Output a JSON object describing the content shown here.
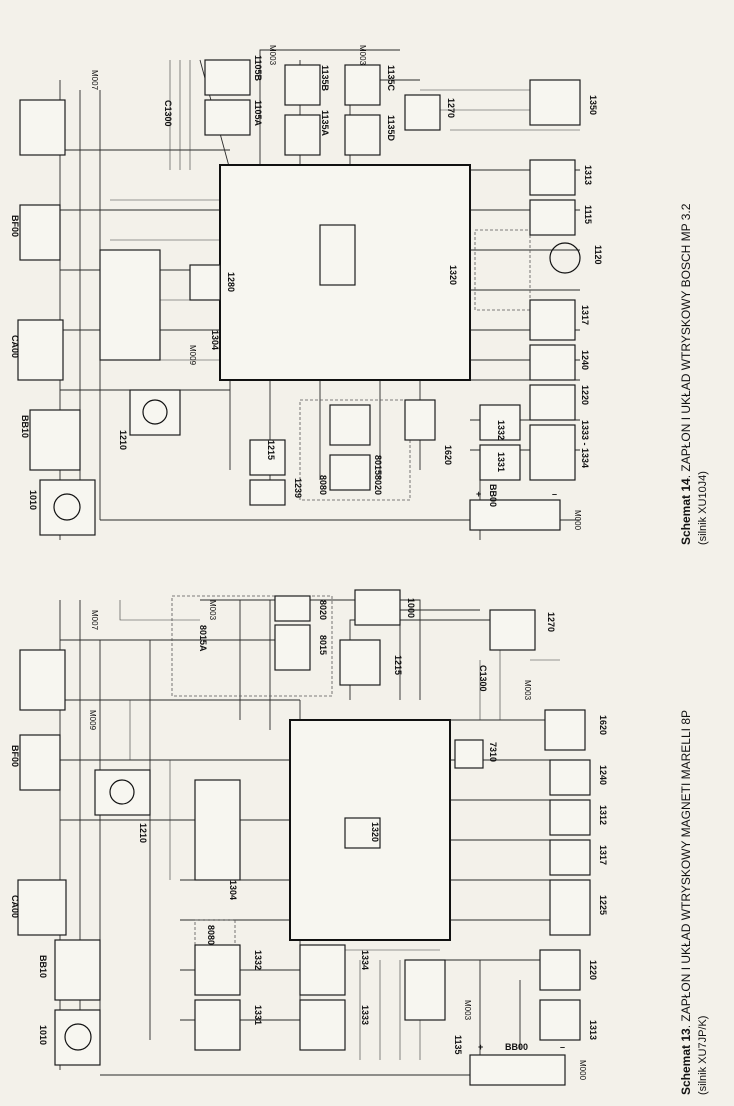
{
  "left_diagram": {
    "caption_bold": "Schemat 13",
    "caption_text": ". ZAPŁON I UKŁAD WTRYSKOWY MAGNETI MARELLI 8P",
    "caption_sub": "(silnik XU7JP/K)",
    "labels": {
      "ecu": "1320",
      "ca00": "CA00",
      "bf00": "BF00",
      "bb10": "BB10",
      "bb00": "BB00",
      "m000": "M000",
      "m007": "M007",
      "m003a": "M003",
      "m003b": "M003",
      "m003c": "M003",
      "m009": "M009",
      "c1300": "C1300",
      "c1010": "1010",
      "c1210": "1210",
      "c1304": "1304",
      "c1331": "1331",
      "c1332": "1332",
      "c1333": "1333",
      "c1334": "1334",
      "c1135": "1135",
      "c1313": "1313",
      "c1220": "1220",
      "c1225": "1225",
      "c1317": "1317",
      "c1312": "1312",
      "c1240": "1240",
      "c7310": "7310",
      "c1620": "1620",
      "c1270": "1270",
      "c1215": "1215",
      "c1000": "1000",
      "c8015": "8015",
      "c8020": "8020",
      "c8015a": "8015A",
      "c8080": "8080",
      "plus": "+",
      "minus": "–"
    }
  },
  "right_diagram": {
    "caption_bold": "Schemat 14",
    "caption_text": ". ZAPŁON I UKŁAD WTRYSKOWY BOSCH MP 3.2",
    "caption_sub": "(silnik XU10J4)",
    "labels": {
      "ecu": "1320",
      "ca00": "CA00",
      "bf00": "BF00",
      "bb10": "BB10",
      "bb00": "BB00",
      "m000": "M000",
      "m007": "M007",
      "m003a": "M003",
      "m003b": "M003",
      "m009": "M009",
      "c1300": "C1300",
      "c1010": "1010",
      "c1210": "1210",
      "c1304": "1304",
      "c1280": "1280",
      "c1105a": "1105A",
      "c1105b": "1105B",
      "c1135a": "1135A",
      "c1135b": "1135B",
      "c1135c": "1135C",
      "c1135d": "1135D",
      "c1270": "1270",
      "c1350": "1350",
      "c1313": "1313",
      "c1115": "1115",
      "c1120": "1120",
      "c1317": "1317",
      "c1240": "1240",
      "c1220": "1220",
      "c1215": "1215",
      "c1239": "1239",
      "c1620": "1620",
      "c8015": "8015",
      "c8020": "8020",
      "c1331": "1331",
      "c1332": "1332",
      "c1333_1334": "1333 - 1334",
      "c8080": "8080",
      "plus": "+",
      "minus": "–"
    }
  }
}
